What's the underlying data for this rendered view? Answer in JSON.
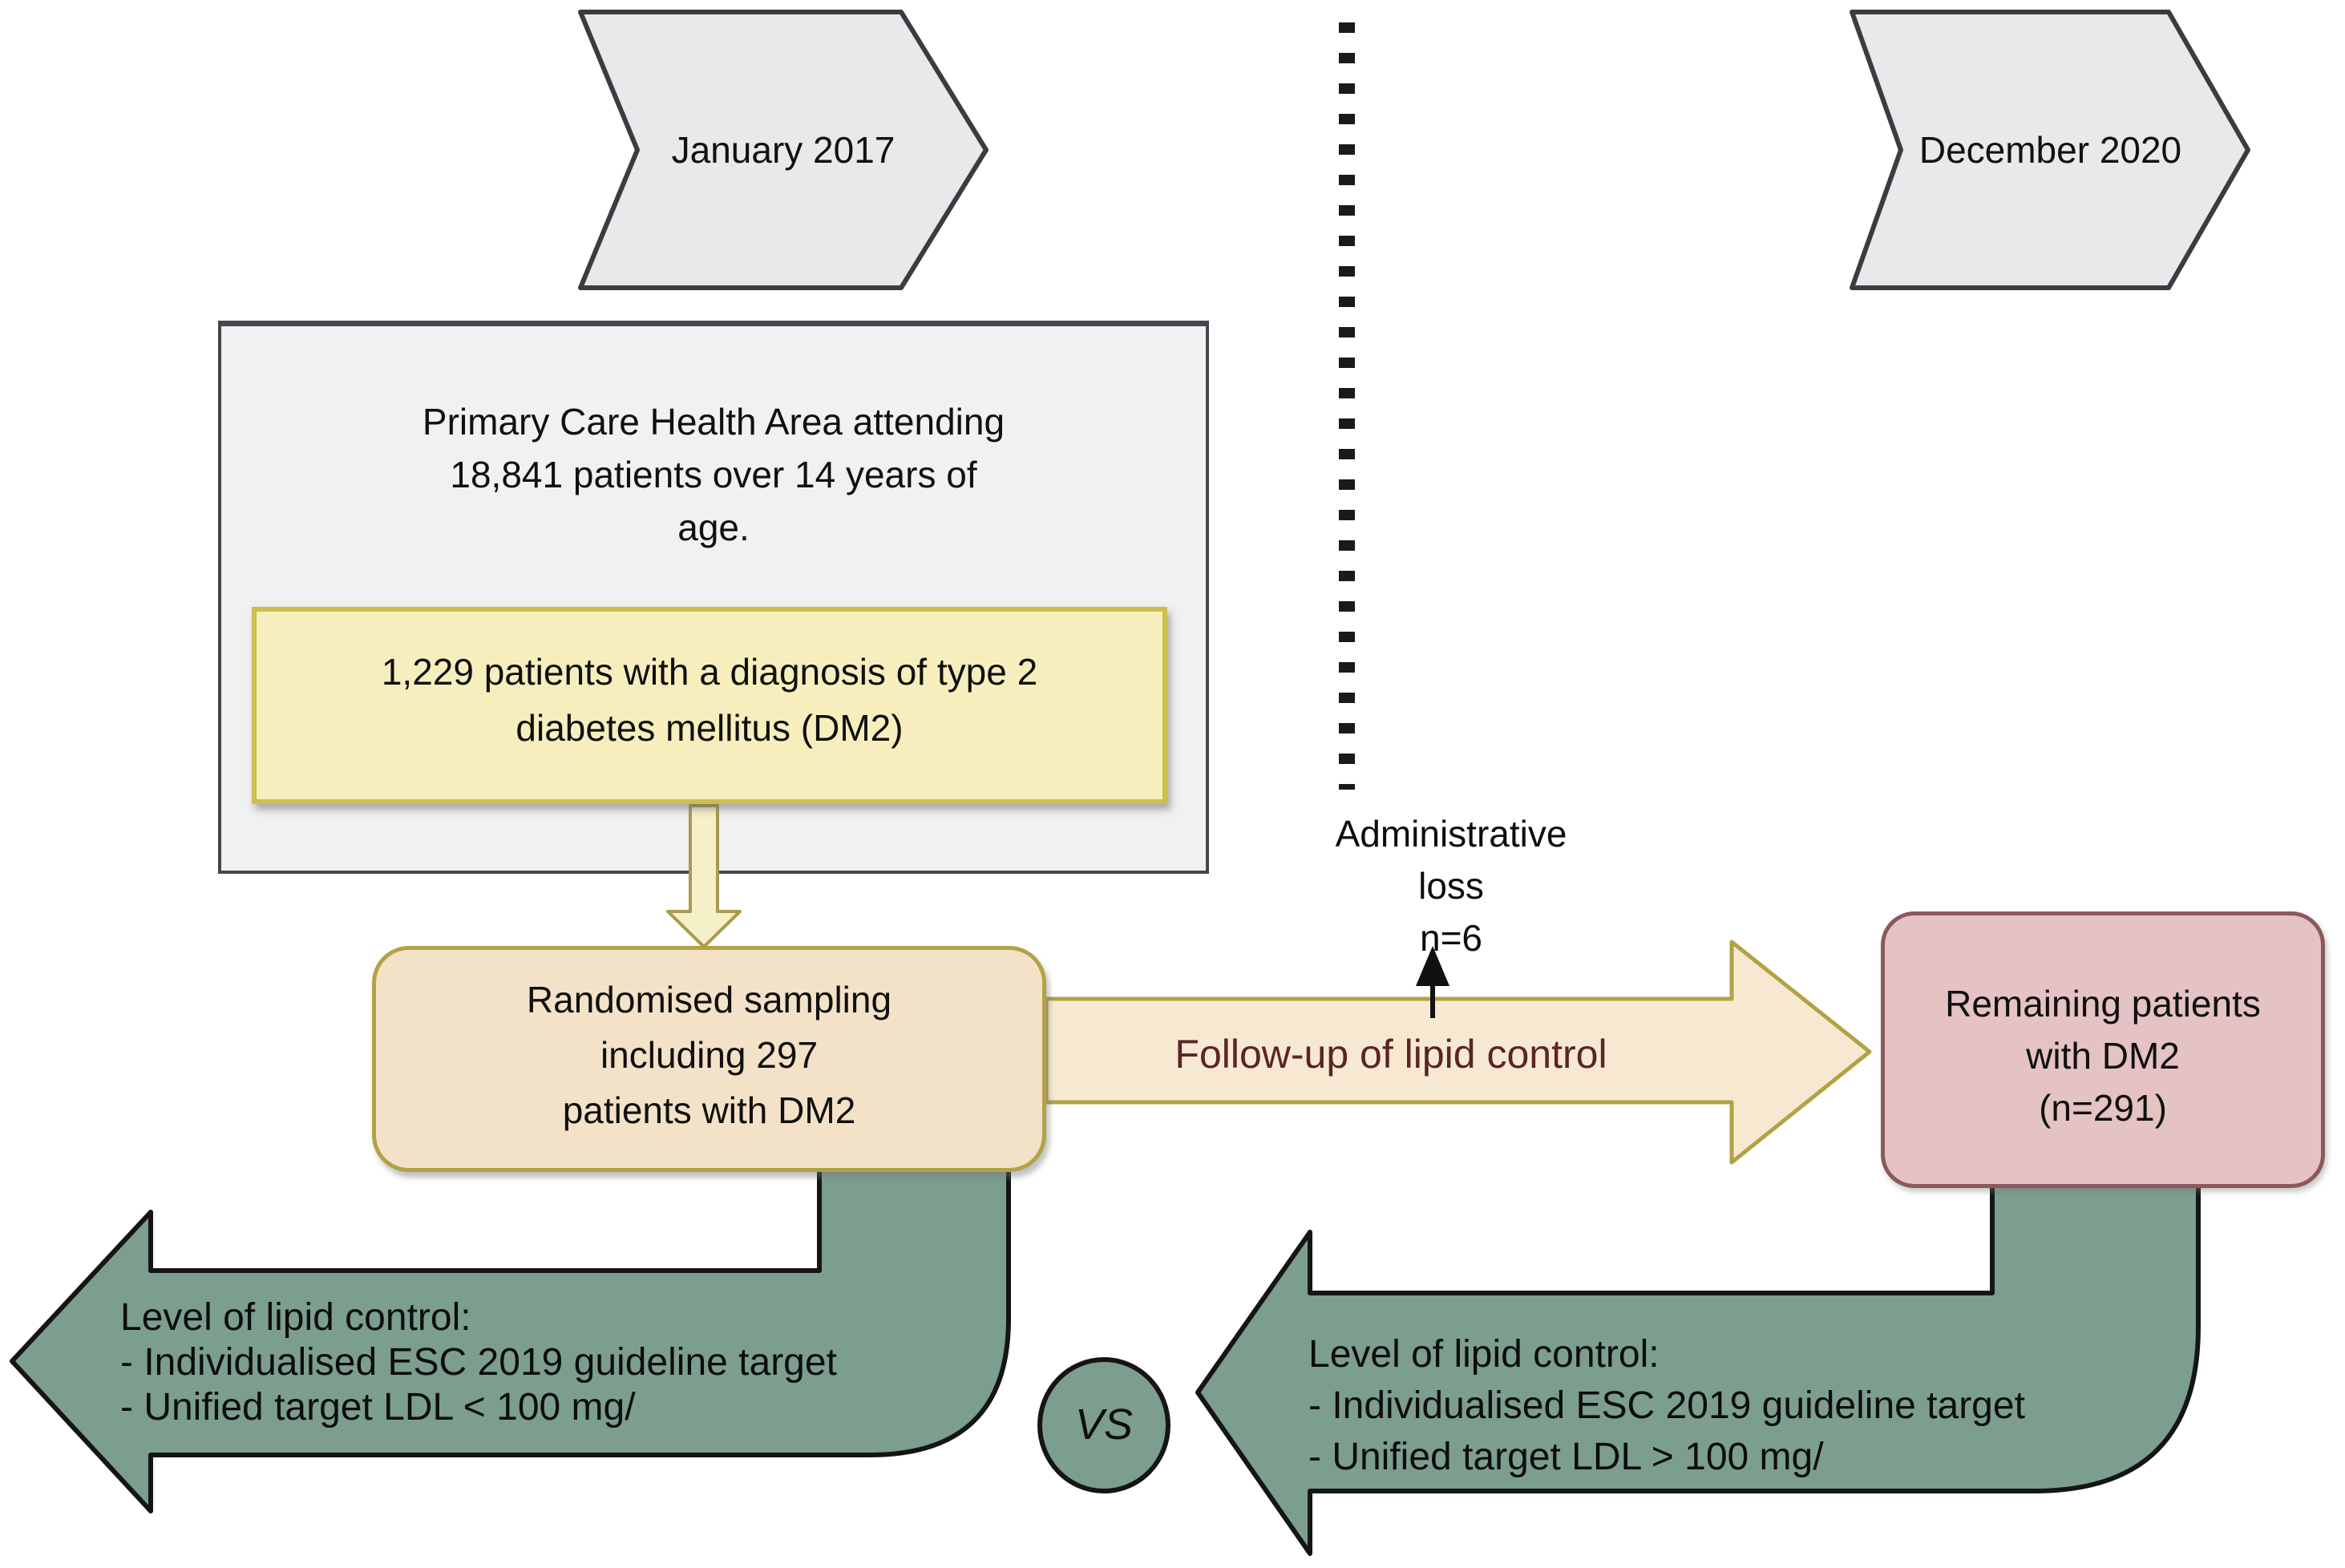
{
  "diagram": {
    "timeline_start": "January 2017",
    "timeline_end": "December 2020",
    "population_box": {
      "lines": [
        "Primary Care Health Area attending",
        "18,841 patients over 14 years of",
        "age."
      ]
    },
    "dm2_box": {
      "lines": [
        "1,229 patients with a diagnosis of type 2",
        "diabetes mellitus (DM2)"
      ]
    },
    "sampling_box": {
      "lines": [
        "Randomised sampling",
        "including 297",
        "patients with DM2"
      ]
    },
    "followup_arrow": {
      "label": "Follow-up of lipid control"
    },
    "admin_loss": {
      "lines": [
        "Administrative",
        "loss",
        "n=6"
      ]
    },
    "remaining_box": {
      "lines": [
        "Remaining patients",
        "with DM2",
        "(n=291)"
      ]
    },
    "left_outcome_arrow": {
      "lines": [
        "Level of lipid control:",
        "- Individualised ESC 2019 guideline target",
        "- Unified target LDL < 100 mg/"
      ]
    },
    "right_outcome_arrow": {
      "lines": [
        "Level of lipid control:",
        "- Individualised ESC 2019 guideline target",
        "- Unified target LDL > 100 mg/"
      ]
    },
    "versus": "VS"
  },
  "colors": {
    "chevron_fill": "#e9e8eb",
    "chevron_border": "#3b3b40",
    "gray_box_fill": "#f1f0f2",
    "gray_box_border": "#46464c",
    "yellow_fill": "#f6efbd",
    "yellow_border": "#cdbe4f",
    "pale_arrow_fill": "#f6f0c9",
    "pale_arrow_border": "#a89a4f",
    "tan_fill": "#f3e2c7",
    "arrow_tan_fill": "#f7e9d1",
    "olive_border": "#b2a244",
    "maroon_text": "#5a2424",
    "pink_fill": "#e5c2c3",
    "pink_border": "#8b585d",
    "green_fill": "#7c9e8f",
    "outline_dark": "#151515",
    "dotted_line": "#1a1a1a",
    "black_arrow": "#111111"
  }
}
